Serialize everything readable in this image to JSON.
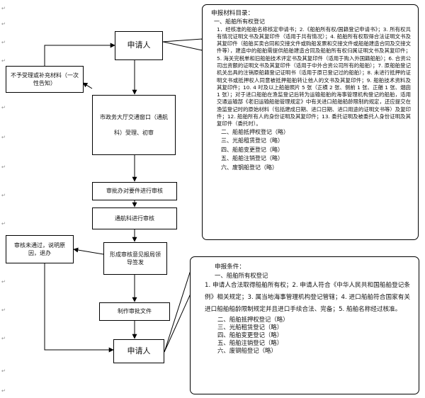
{
  "nodes": {
    "applicant_top": "申请人",
    "not_accepted": "不予受理或补充材料（一次性告知）",
    "window_accept": "市政务大厅交通窗口（通航科）受理、初审",
    "approval_office": "审批办对要件进行审核",
    "navigation_review": "通航科进行审核",
    "review_failed": "审核未通过，说明原因，退办",
    "form_opinion": "形成审核意见报局领导签发",
    "make_document": "制作审批文件",
    "applicant_bottom": "申请人"
  },
  "materials": {
    "heading": "申报材料目录：",
    "section1": "一、船舶所有权登记",
    "section1_body": "1．经核准的船舶名称核定申请书；2.《船舶所有权/国籍登记申请书》；3. 所有权共有情况证明文书及其复印件（适用于共有情况）；4. 船舶所有权取得合法证明文书及其复印件（船舶买卖合同和交接文件或购船发票和交接文件或船舶建造合同及交接文件等），建造中的船舶需提供船舶建造合同及船舶所有权归属证明文书及其复印件；5. 海关完税单和旧船舶技术评定书及其复印件（适用于购入外国籍船舶）；6. 合资公司出资额的证明文书及其复印件（适用于中外合资公司所有的船舶）；7. 原船舶登记机关出具的注销原船籍登记证明书（适用于原已登记过的船舶）；8. 未进行抵押的证明文书或抵押权人同意被抵押船舶转让他人的文书及其复印件；9. 船舶技术资料及其复印件；10. 4 吋及以上船舶照片 5 张（正横 2 张、侧前 1 张、正艏 1 张、烟囱 1 张）；对于进口船舶在渔监登记后转为运输船舶的海事管理机构登记的船舶，适用交通运输部《老旧运输船舶管理规定》中有关进口船舶船龄限制的规定，还应提交在渔监登记时的原始材料（包括建成日期、进口日期、进口用途的证明文书等）及复印件；12. 船舶所有人的身份证明及其复印件；13. 委托证明及被委托人身份证明及其复印件（委托时）。",
    "others": [
      "二、船舶抵押权登记（略）",
      "三、光船租赁登记（略）",
      "四、船舶变更登记（略）",
      "五、船舶注销登记（略）",
      "六、废钢船登记（略）"
    ]
  },
  "conditions": {
    "heading": "申报条件：",
    "section1": "一、船舶所有权登记",
    "section1_body": "1. 申请人合法取得船舶所有权；2. 申请人符合《中华人民共和国船舶登记条例》相关规定；3. 属当地海事管理机构登记管辖；4. 进口船舶符合国家有关进口船舶船龄限制规定并且进口手续合法、完备；5. 船舶名称经过核准。",
    "others": [
      "二、船舶抵押权登记（略）",
      "三、光船租赁登记（略）",
      "四、船舶变更登记（略）",
      "五、船舶注销登记（略）",
      "六、废钢船登记（略）"
    ]
  }
}
